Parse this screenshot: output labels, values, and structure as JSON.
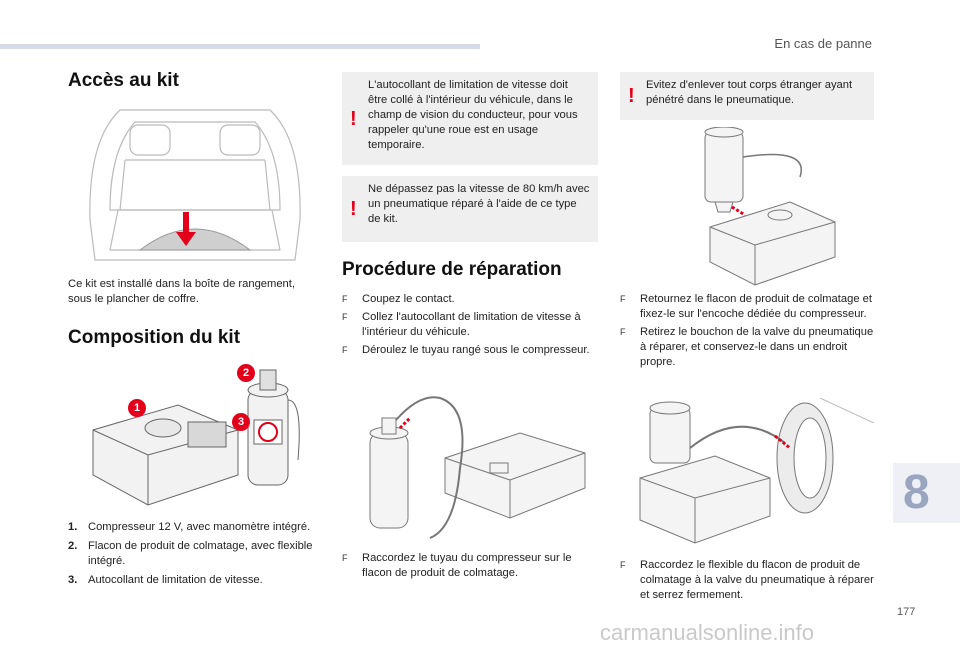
{
  "header": {
    "running_title": "En cas de panne"
  },
  "col1": {
    "heading1": "Accès au kit",
    "access_text": "Ce kit est installé dans la boîte de rangement, sous le plancher de coffre.",
    "heading2": "Composition du kit",
    "callouts": [
      "1",
      "2",
      "3"
    ],
    "items": [
      {
        "num": "1.",
        "text": "Compresseur 12 V, avec manomètre intégré."
      },
      {
        "num": "2.",
        "text": "Flacon de produit de colmatage, avec flexible intégré."
      },
      {
        "num": "3.",
        "text": "Autocollant de limitation de vitesse."
      }
    ]
  },
  "col2": {
    "warn1": "L'autocollant de limitation de vitesse doit être collé à l'intérieur du véhicule, dans le champ de vision du conducteur, pour vous rappeler qu'une roue est en usage temporaire.",
    "warn2": "Ne dépassez pas la vitesse de 80 km/h avec un pneumatique réparé à l'aide de ce type de kit.",
    "heading": "Procédure de réparation",
    "steps": [
      "Coupez le contact.",
      "Collez l'autocollant de limitation de vitesse à l'intérieur du véhicule.",
      "Déroulez le tuyau rangé sous le compresseur."
    ],
    "step_bottom": "Raccordez le tuyau du compresseur sur le flacon de produit de colmatage."
  },
  "col3": {
    "warn": "Evitez d'enlever tout corps étranger ayant pénétré dans le pneumatique.",
    "steps": [
      "Retournez le flacon de produit de colmatage et fixez-le sur l'encoche dédiée du compresseur.",
      "Retirez le bouchon de la valve du pneumatique à réparer, et conservez-le dans un endroit propre."
    ],
    "step_bottom": "Raccordez le flexible du flacon de produit de colmatage à la valve du pneumatique à réparer et serrez fermement."
  },
  "footer": {
    "chapter": "8",
    "page_number": "177",
    "watermark": "carmanualsonline.info"
  },
  "icons": {
    "bullet": "F",
    "warning": "!"
  },
  "colors": {
    "warning_red": "#e3001b",
    "callout_red": "#e3001b",
    "panel_gray": "#efefef",
    "top_bar": "#d5dbe8"
  }
}
